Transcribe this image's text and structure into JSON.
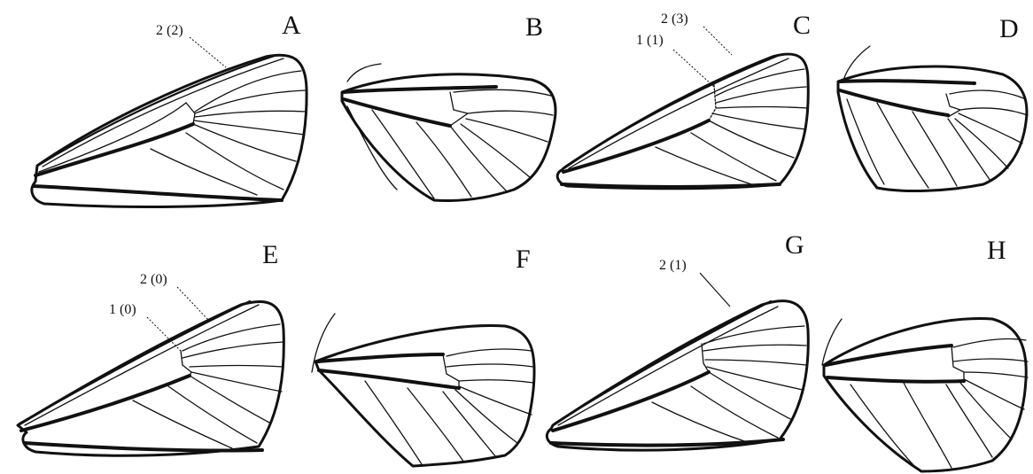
{
  "panels": {
    "A": {
      "letter": "A",
      "callouts": [
        "2 (2)"
      ]
    },
    "B": {
      "letter": "B"
    },
    "C": {
      "letter": "C",
      "callouts": [
        "2 (3)",
        "1 (1)"
      ]
    },
    "D": {
      "letter": "D"
    },
    "E": {
      "letter": "E",
      "callouts": [
        "2 (0)",
        "1 (0)"
      ]
    },
    "F": {
      "letter": "F"
    },
    "G": {
      "letter": "G",
      "callouts": [
        "2 (1)"
      ]
    },
    "H": {
      "letter": "H"
    }
  }
}
